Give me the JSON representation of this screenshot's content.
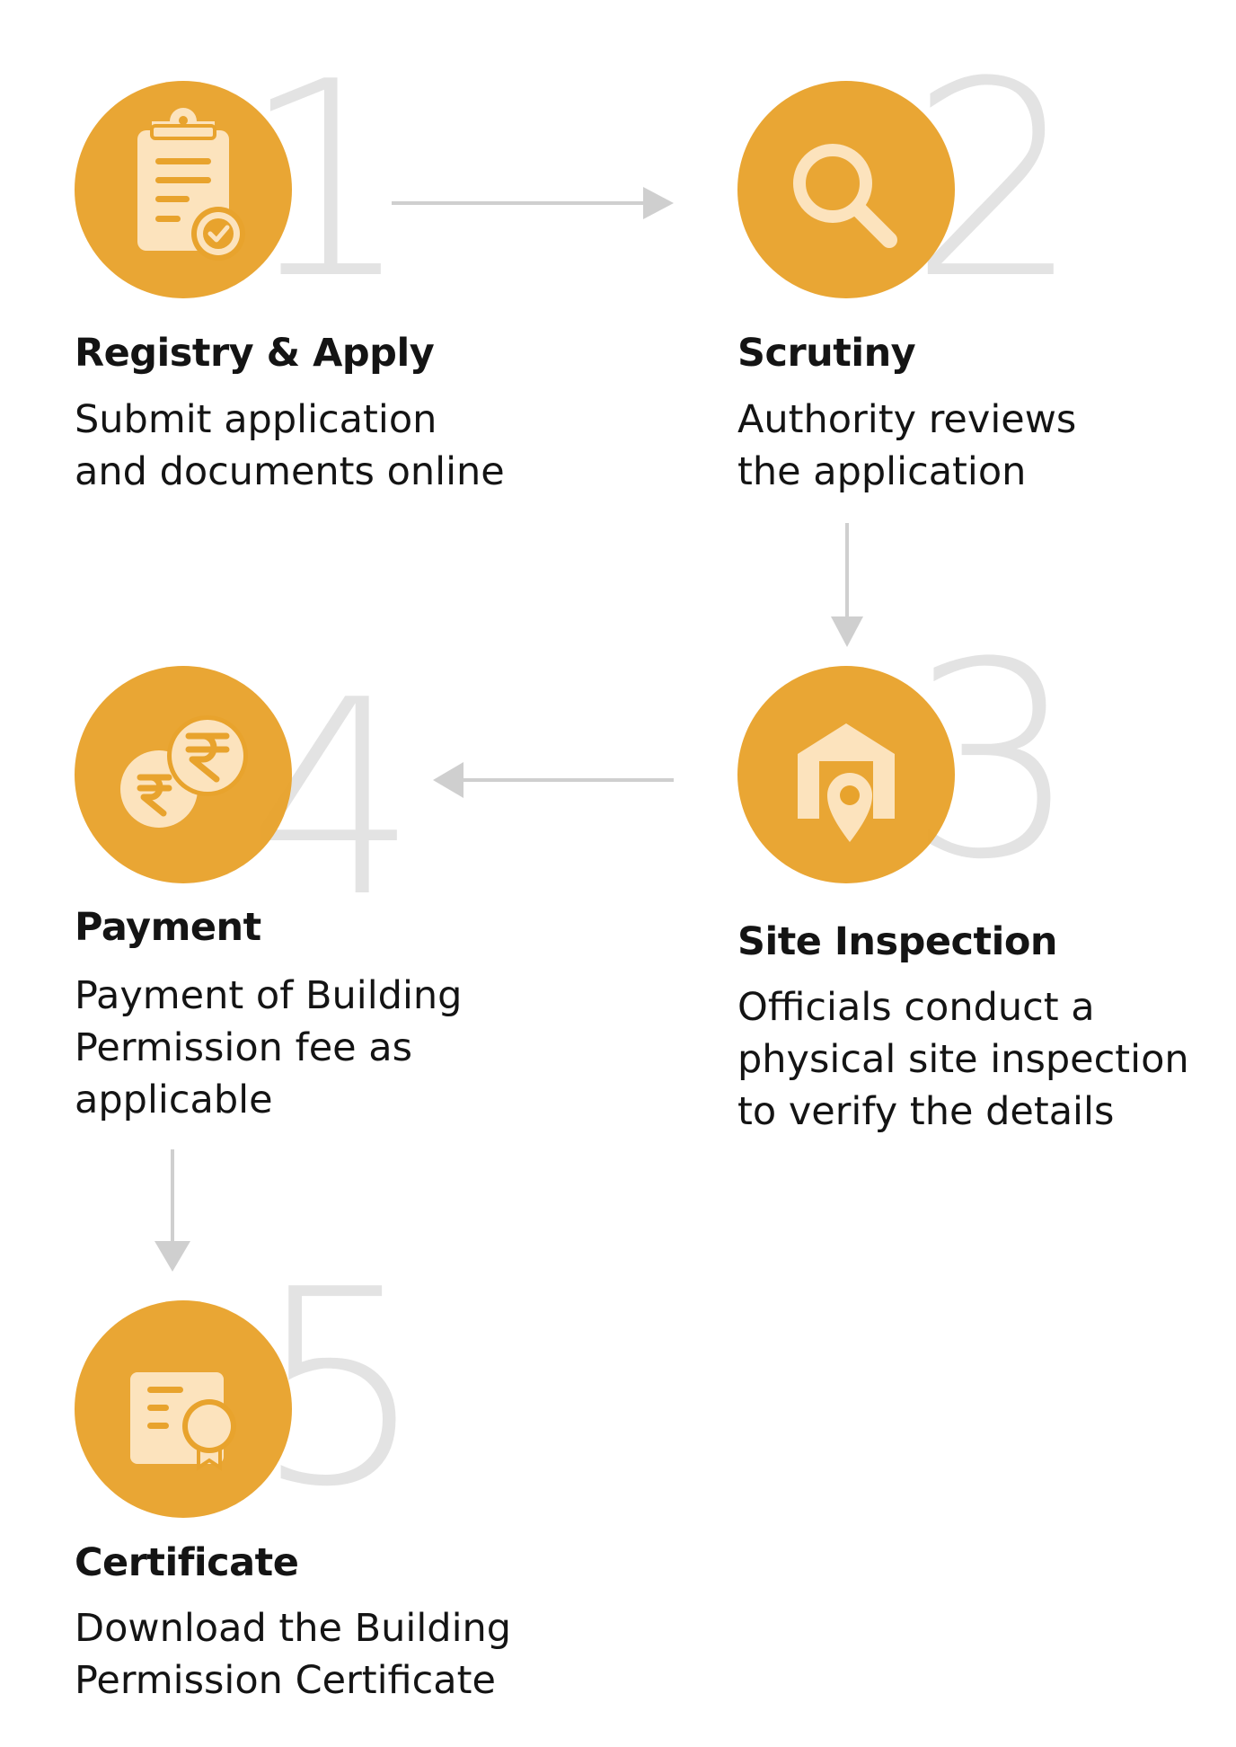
{
  "colors": {
    "accent": "#E8A32D",
    "icon_fill": "#FCE3BD",
    "big_number": "#E3E3E3",
    "arrow": "#CFCFCF",
    "text": "#141414"
  },
  "steps": [
    {
      "number": "1",
      "icon": "clipboard-check-icon",
      "title": "Registry & Apply",
      "description": "Submit application\nand documents online"
    },
    {
      "number": "2",
      "icon": "magnifier-icon",
      "title": "Scrutiny",
      "description": "Authority reviews\nthe application"
    },
    {
      "number": "3",
      "icon": "site-location-icon",
      "title": "Site Inspection",
      "description": "Officials conduct a\nphysical site inspection\nto verify the details"
    },
    {
      "number": "4",
      "icon": "rupee-coins-icon",
      "title": "Payment",
      "description": "Payment of Building\nPermission fee as\napplicable"
    },
    {
      "number": "5",
      "icon": "certificate-icon",
      "title": "Certificate",
      "description": "Download the Building\nPermission Certificate"
    }
  ]
}
